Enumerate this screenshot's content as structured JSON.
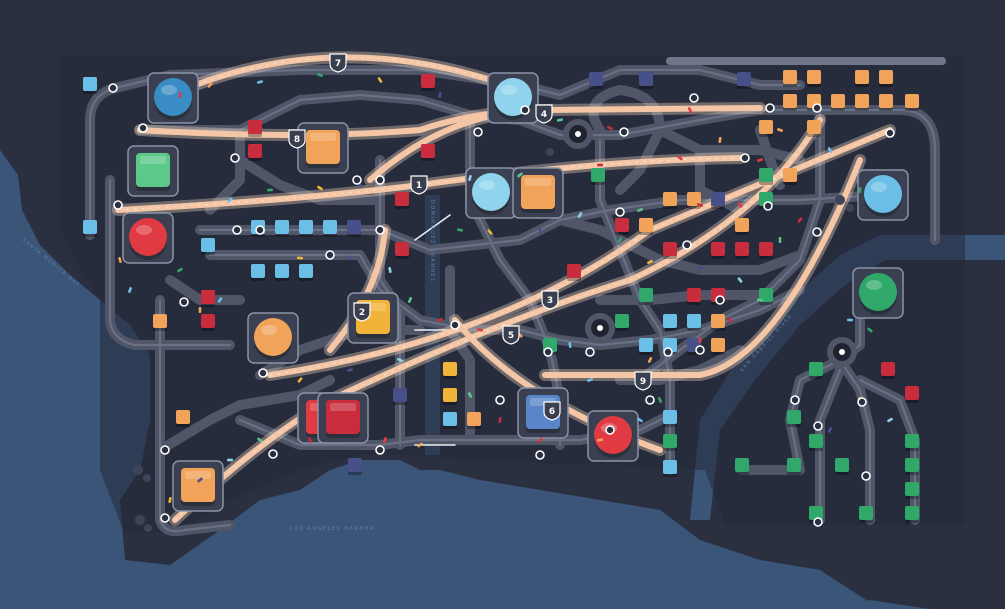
{
  "game": {
    "colors": {
      "land": "#2b3040",
      "water": "#3b5578",
      "road": "#545a6a",
      "road_core": "#6c7284",
      "highway": "#f4c6a6",
      "highway_glow": "#f9ddc6",
      "lot_border": "#8a93a8",
      "red": "#e03a42",
      "blue": "#3a8cc4",
      "light_blue": "#8fd4ec",
      "green": "#2fa86a",
      "orange": "#f2a35a",
      "yellow": "#f2b33a",
      "mint": "#5cc98a",
      "navy": "#48508a",
      "sky": "#6bbfe6",
      "royal_blue": "#5a86c9",
      "crimson": "#c92c3c"
    },
    "map_labels": {
      "marina": "SANTA MONICA BAY",
      "harbor": "LOS ANGELES HARBOR",
      "river": "SAN GABRIEL RIVER",
      "canal": "DOMINGUEZ CHANNEL"
    },
    "highways": [
      {
        "number": "1"
      },
      {
        "number": "2"
      },
      {
        "number": "3"
      },
      {
        "number": "4"
      },
      {
        "number": "5"
      },
      {
        "number": "6"
      },
      {
        "number": "7"
      },
      {
        "number": "8"
      },
      {
        "number": "9"
      }
    ],
    "destinations": [
      {
        "color": "blue",
        "icon": "house-icon"
      },
      {
        "color": "light_blue",
        "icon": "house-icon"
      },
      {
        "color": "mint",
        "icon": "house-icon"
      },
      {
        "color": "red",
        "icon": "house-icon"
      },
      {
        "color": "light_blue",
        "icon": "house-icon"
      },
      {
        "color": "orange",
        "icon": "house-icon"
      },
      {
        "color": "orange",
        "icon": "house-icon"
      },
      {
        "color": "sky",
        "icon": "house-icon"
      },
      {
        "color": "green",
        "icon": "house-icon"
      },
      {
        "color": "red",
        "icon": "house-icon"
      },
      {
        "color": "orange",
        "icon": "house-icon"
      },
      {
        "color": "yellow",
        "icon": "house-icon"
      },
      {
        "color": "red",
        "icon": "house-icon"
      },
      {
        "color": "royal_blue",
        "icon": "house-icon"
      },
      {
        "color": "crimson",
        "icon": "house-icon"
      },
      {
        "color": "orange",
        "icon": "house-icon"
      }
    ]
  }
}
